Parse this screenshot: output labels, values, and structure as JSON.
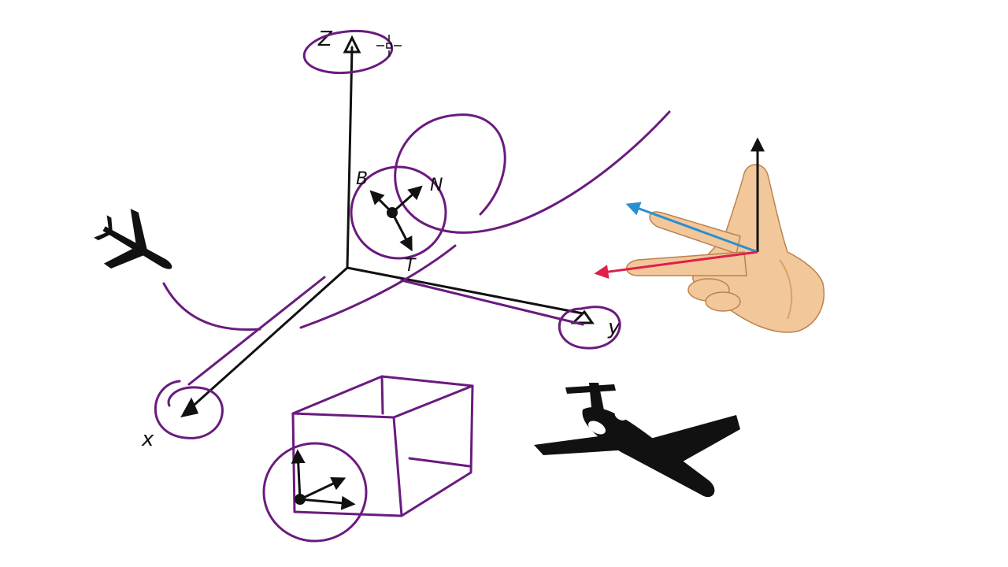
{
  "labels": {
    "z_axis": "Z",
    "y_axis": "y",
    "x_axis": "x",
    "binormal": "B",
    "normal": "N",
    "tangent": "T"
  },
  "colors": {
    "ink_purple": "#6a1b7e",
    "ink_black": "#111111",
    "arrow_blue": "#2a8fd0",
    "arrow_red": "#e01e4a",
    "skin": "#f2c79a",
    "skin_shade": "#d9a26c"
  },
  "icons": {
    "small_plane": "airplane-silhouette",
    "large_plane": "airplane-silhouette",
    "hand": "right-hand-rule-hand",
    "cursor": "crosshair-cursor"
  }
}
